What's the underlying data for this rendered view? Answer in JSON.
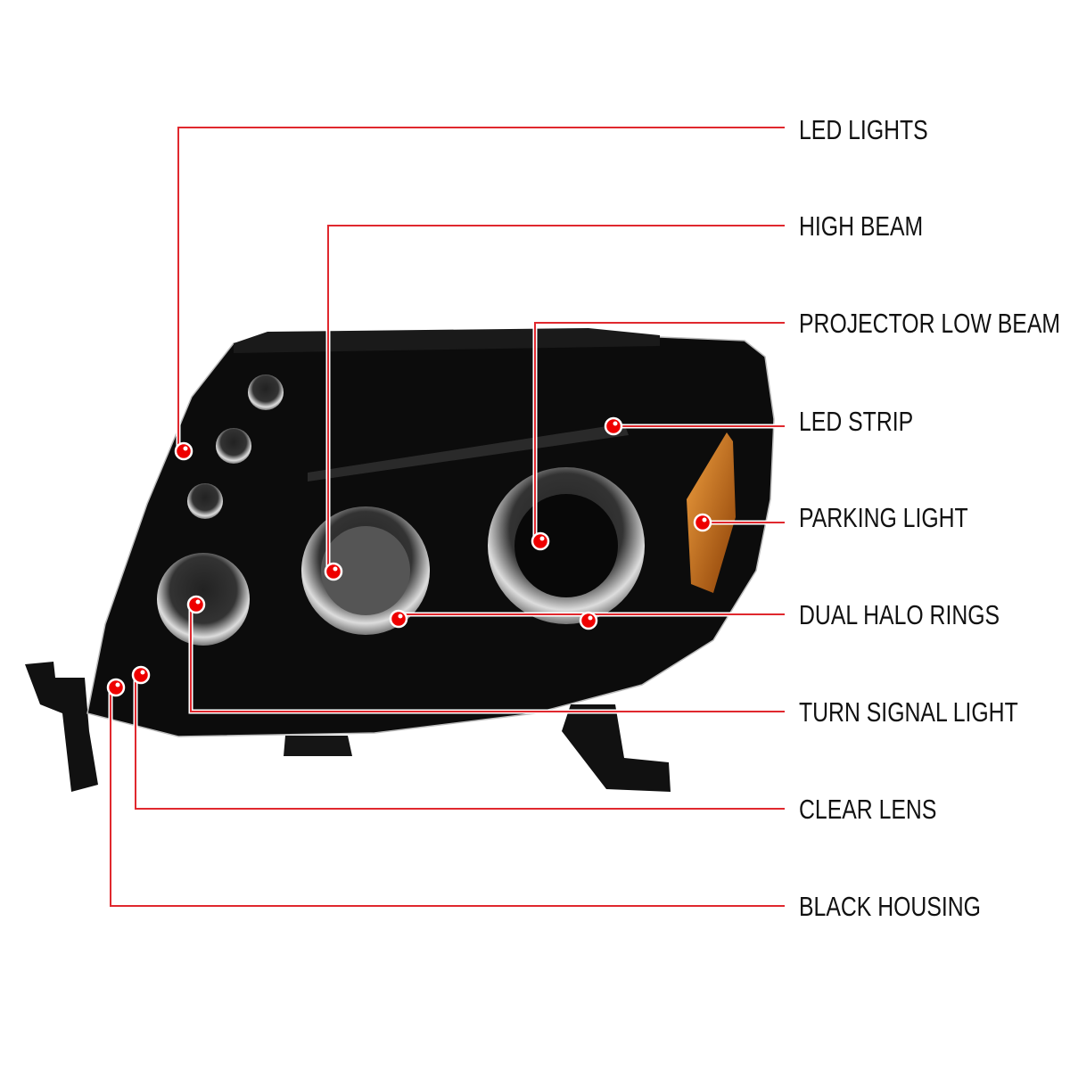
{
  "callouts": [
    {
      "label": "LED LIGHTS"
    },
    {
      "label": "HIGH BEAM"
    },
    {
      "label": "PROJECTOR LOW BEAM"
    },
    {
      "label": "LED STRIP"
    },
    {
      "label": "PARKING LIGHT"
    },
    {
      "label": "DUAL HALO RINGS"
    },
    {
      "label": "TURN SIGNAL LIGHT"
    },
    {
      "label": "CLEAR LENS"
    },
    {
      "label": "BLACK HOUSING"
    }
  ],
  "colors": {
    "line": "#e0282e",
    "dot": "#ee0000",
    "housing": "#0c0c0c",
    "amber": "#c8660a"
  }
}
